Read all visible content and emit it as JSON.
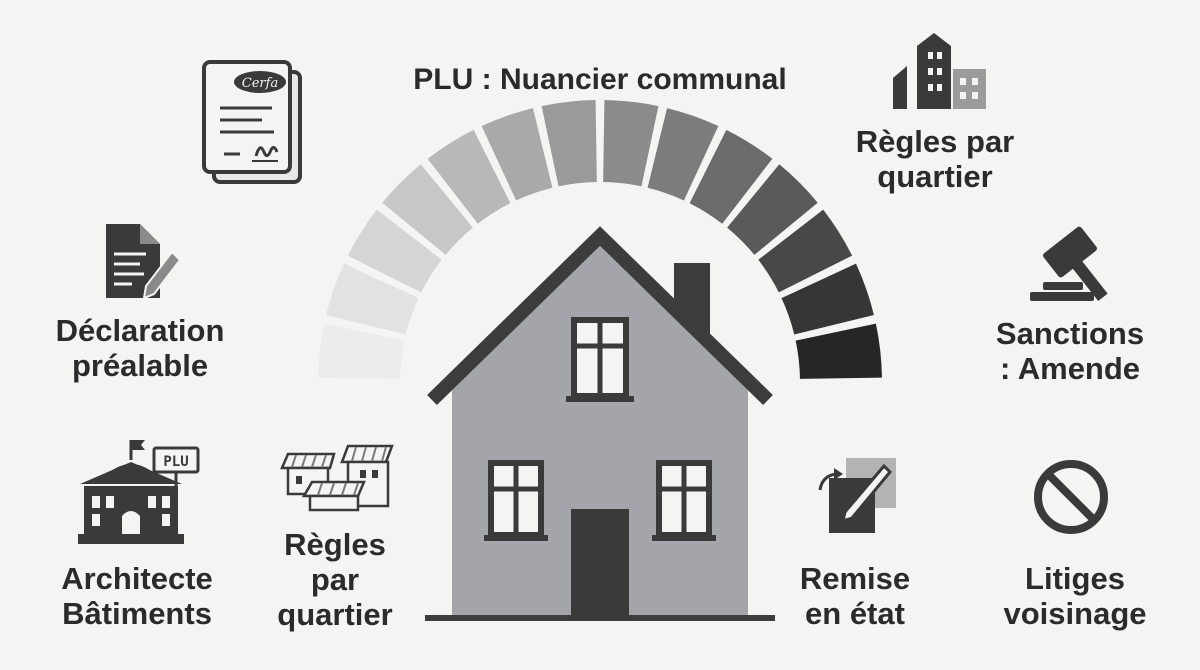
{
  "title": "PLU : Nuancier communal",
  "palette": [
    "#ececeb",
    "#e2e2e1",
    "#d5d5d4",
    "#c7c7c6",
    "#b8b8b8",
    "#a9a9a9",
    "#9a9a9a",
    "#8b8b8b",
    "#7c7c7c",
    "#6b6b6b",
    "#5a5a5a",
    "#484848",
    "#363636",
    "#262626"
  ],
  "cerfa_text": "Cerfa",
  "plu_sign_text": "PLU",
  "items": {
    "declaration": {
      "lines": [
        "Déclaration",
        "préalable"
      ],
      "icon": "document-pen-icon"
    },
    "regles_top": {
      "lines": [
        "Règles par",
        "quartier"
      ],
      "icon": "buildings-icon"
    },
    "sanctions": {
      "lines": [
        "Sanctions",
        ": Amende"
      ],
      "icon": "gavel-icon"
    },
    "architecte": {
      "lines": [
        "Architecte",
        "Bâtiments"
      ],
      "icon": "town-hall-icon"
    },
    "regles_bottom": {
      "lines": [
        "Règles",
        "par",
        "quartier"
      ],
      "icon": "rooftops-icon"
    },
    "remise": {
      "lines": [
        "Remise",
        "en état"
      ],
      "icon": "restore-icon"
    },
    "litiges": {
      "lines": [
        "Litiges",
        "voisinage"
      ],
      "icon": "prohibited-icon"
    }
  },
  "colors": {
    "background": "#f4f4f3",
    "house_wall": "#a3a5aa",
    "house_roof": "#3c3c3c",
    "icon_dark": "#3a3a3a"
  }
}
